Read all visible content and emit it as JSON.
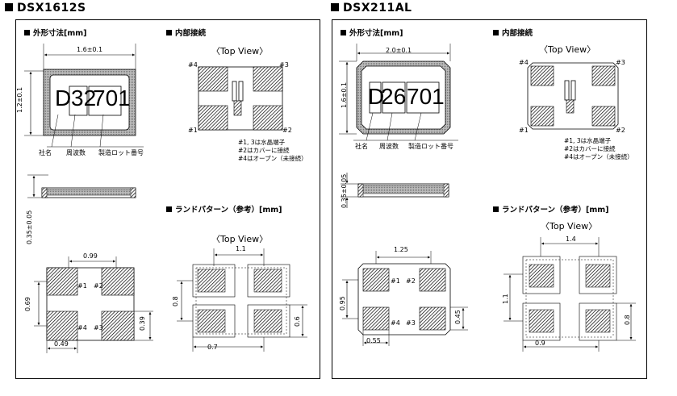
{
  "left": {
    "title": "DSX1612S",
    "outline_title": "外形寸法[mm]",
    "internal_title": "内部接続",
    "land_title": "ランドパターン（参考）[mm]",
    "top_view": "〈Top View〉",
    "top_view2": "〈Top View〉",
    "marking": [
      "D",
      "32",
      "701"
    ],
    "marking_labels": [
      "社名",
      "周波数",
      "製造ロット番号"
    ],
    "dims": {
      "width": "1.6±0.1",
      "height": "1.2±0.1",
      "thickness": "0.35±0.05",
      "pad_pitch_x": "0.99",
      "pad_pitch_y": "0.69",
      "pad_h": "0.39",
      "pad_w": "0.49",
      "land_pitch_x": "1.1",
      "land_h": "0.8",
      "land_inner_h": "0.6",
      "land_inner_w": "0.7"
    },
    "pins": [
      "#1",
      "#2",
      "#3",
      "#4"
    ],
    "notes": [
      "#1, 3は水晶端子",
      "#2はカバーに接続",
      "#4はオープン（未接続）"
    ]
  },
  "right": {
    "title": "DSX211AL",
    "outline_title": "外形寸法[mm]",
    "internal_title": "内部接続",
    "land_title": "ランドパターン（参考）[mm]",
    "top_view": "〈Top View〉",
    "top_view2": "〈Top View〉",
    "marking": [
      "D",
      "26",
      "701"
    ],
    "marking_labels": [
      "社名",
      "周波数",
      "製造ロット番号"
    ],
    "dims": {
      "width": "2.0±0.1",
      "height": "1.6±0.1",
      "thickness": "0.35±0.05",
      "pad_pitch_x": "1.25",
      "pad_pitch_y": "0.95",
      "pad_h": "0.45",
      "pad_w": "0.55",
      "land_pitch_x": "1.4",
      "land_h": "1.1",
      "land_inner_h": "0.8",
      "land_inner_w": "0.9"
    },
    "pins": [
      "#1",
      "#2",
      "#3",
      "#4"
    ],
    "notes": [
      "#1, 3は水晶端子",
      "#2はカバーに接続",
      "#4はオープン（未接続）"
    ]
  }
}
